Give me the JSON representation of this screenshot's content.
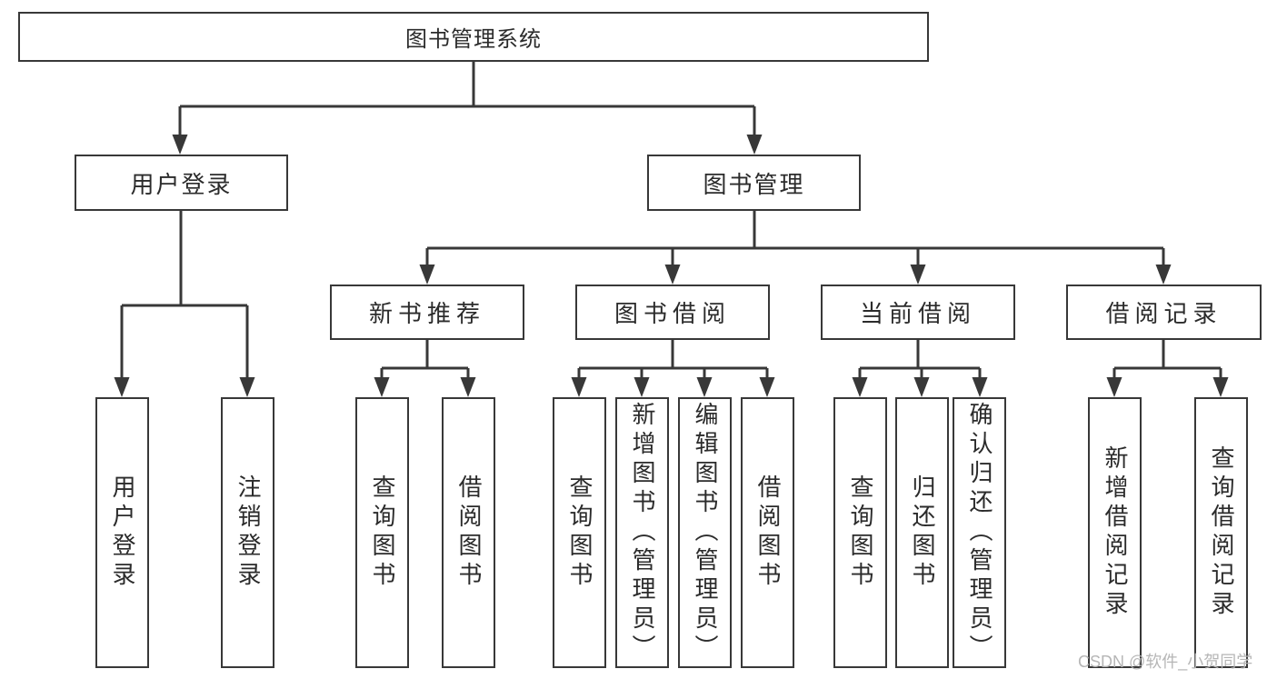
{
  "title": "图书管理系统",
  "watermark": "CSDN @软件_小贺同学",
  "colors": {
    "background": "#ffffff",
    "line": "#383838",
    "box_border": "#383838",
    "text": "#2b2b2b",
    "watermark": "#b2b2b2"
  },
  "nodes": {
    "root": {
      "label": "图书管理系统"
    },
    "level1": {
      "user_login": {
        "label": "用户登录"
      },
      "book_management": {
        "label": "图书管理"
      }
    },
    "level2": {
      "new_book_recommend": {
        "label": "新书推荐"
      },
      "book_borrowing": {
        "label": "图书借阅"
      },
      "current_borrowing": {
        "label": "当前借阅"
      },
      "borrowing_records": {
        "label": "借阅记录"
      }
    },
    "leaves": {
      "user_login": {
        "label": "用户登录"
      },
      "logout": {
        "label": "注销登录"
      },
      "query_book_a": {
        "label": "查询图书"
      },
      "borrow_book_a": {
        "label": "借阅图书"
      },
      "query_book_b": {
        "label": "查询图书"
      },
      "add_book": {
        "label": "新增图书（管理员）"
      },
      "edit_book": {
        "label": "编辑图书（管理员）"
      },
      "borrow_book_b": {
        "label": "借阅图书"
      },
      "query_book_c": {
        "label": "查询图书"
      },
      "return_book": {
        "label": "归还图书"
      },
      "confirm_return": {
        "label": "确认归还（管理员）"
      },
      "add_borrow_record": {
        "label": "新增借阅记录"
      },
      "query_borrow_record": {
        "label": "查询借阅记录"
      }
    }
  },
  "hierarchy": {
    "图书管理系统": [
      "用户登录",
      "图书管理"
    ],
    "用户登录": [
      "用户登录",
      "注销登录"
    ],
    "图书管理": [
      "新书推荐",
      "图书借阅",
      "当前借阅",
      "借阅记录"
    ],
    "新书推荐": [
      "查询图书",
      "借阅图书"
    ],
    "图书借阅": [
      "查询图书",
      "新增图书（管理员）",
      "编辑图书（管理员）",
      "借阅图书"
    ],
    "当前借阅": [
      "查询图书",
      "归还图书",
      "确认归还（管理员）"
    ],
    "借阅记录": [
      "新增借阅记录",
      "查询借阅记录"
    ]
  }
}
